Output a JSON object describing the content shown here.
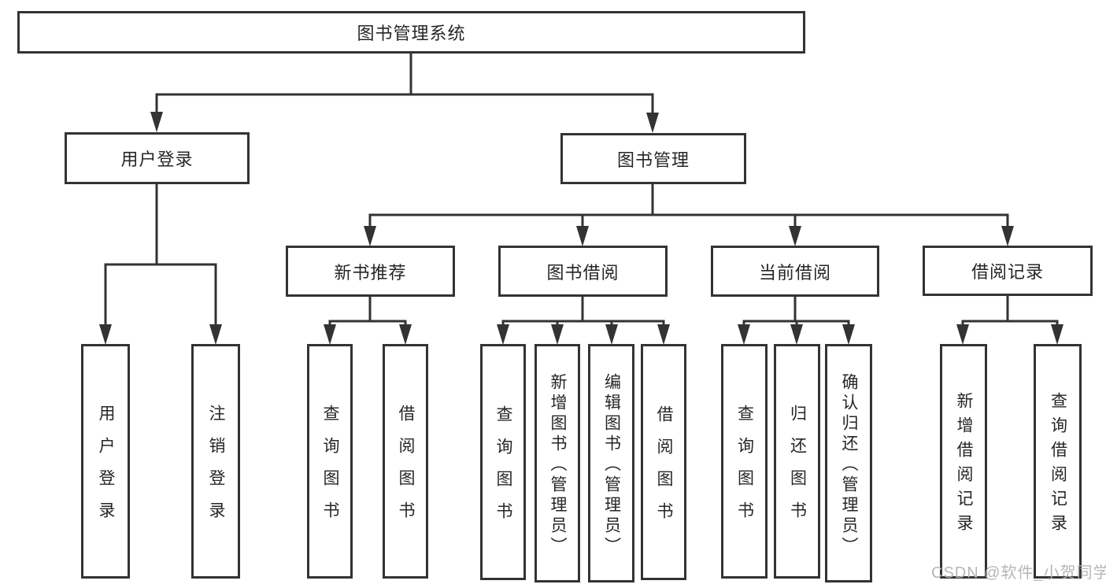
{
  "colors": {
    "line": "#333333",
    "box_border": "#333333",
    "text": "#262626",
    "background": "#ffffff",
    "watermark": "#b3b3b3"
  },
  "watermark": {
    "text": "CSDN @软件_小贺同学"
  },
  "tree": {
    "root": {
      "label": "图书管理系统",
      "children": [
        {
          "label": "用户登录",
          "children": [
            {
              "label": "用户登录"
            },
            {
              "label": "注销登录"
            }
          ]
        },
        {
          "label": "图书管理",
          "children": [
            {
              "label": "新书推荐",
              "children": [
                {
                  "label": "查询图书"
                },
                {
                  "label": "借阅图书"
                }
              ]
            },
            {
              "label": "图书借阅",
              "children": [
                {
                  "label": "查询图书"
                },
                {
                  "label": "新增图书（管理员）"
                },
                {
                  "label": "编辑图书（管理员）"
                },
                {
                  "label": "借阅图书"
                }
              ]
            },
            {
              "label": "当前借阅",
              "children": [
                {
                  "label": "查询图书"
                },
                {
                  "label": "归还图书"
                },
                {
                  "label": "确认归还（管理员）"
                }
              ]
            },
            {
              "label": "借阅记录",
              "children": [
                {
                  "label": "新增借阅记录"
                },
                {
                  "label": "查询借阅记录"
                }
              ]
            }
          ]
        }
      ]
    }
  }
}
